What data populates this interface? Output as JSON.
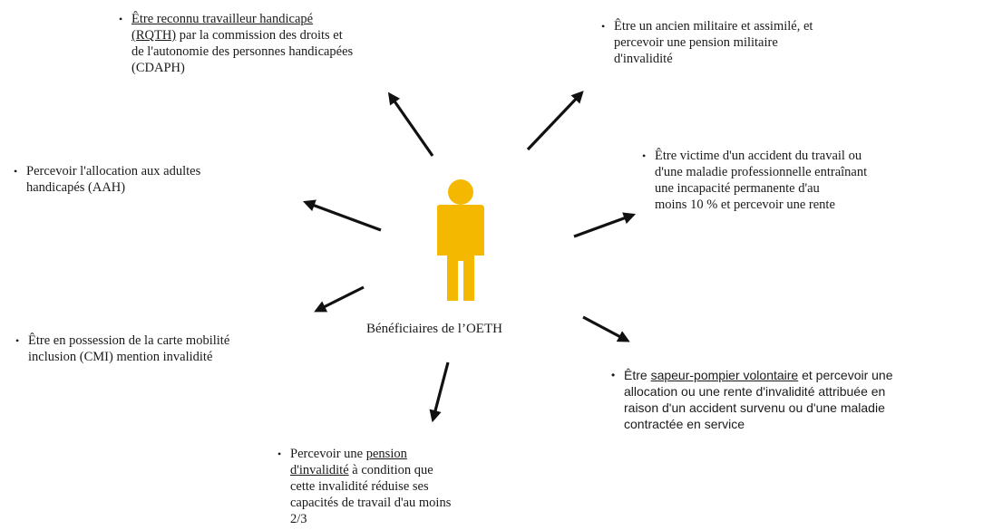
{
  "center": {
    "label": "Bénéficiaires de l’OETH"
  },
  "bullet_glyph": "•",
  "items": [
    {
      "id": "rqth",
      "lines": [
        [
          {
            "t": "Être reconnu travailleur handicapé",
            "u": true
          }
        ],
        [
          {
            "t": "(RQTH)",
            "u": true
          },
          {
            "t": " par la commission des droits et"
          }
        ],
        [
          {
            "t": "de l'autonomie des personnes handicapées"
          }
        ],
        [
          {
            "t": "(CDAPH)"
          }
        ]
      ]
    },
    {
      "id": "military",
      "lines": [
        [
          {
            "t": "Être un ancien militaire et assimilé, et"
          }
        ],
        [
          {
            "t": "percevoir une pension militaire"
          }
        ],
        [
          {
            "t": "d'invalidité"
          }
        ]
      ]
    },
    {
      "id": "aah",
      "lines": [
        [
          {
            "t": "Percevoir l'allocation aux adultes"
          }
        ],
        [
          {
            "t": "handicapés (AAH)"
          }
        ]
      ]
    },
    {
      "id": "accident",
      "lines": [
        [
          {
            "t": "Être victime d'un accident du travail ou"
          }
        ],
        [
          {
            "t": "d'une maladie professionnelle entraînant"
          }
        ],
        [
          {
            "t": "une incapacité permanente d'au"
          }
        ],
        [
          {
            "t": "moins 10 % et percevoir une rente"
          }
        ]
      ]
    },
    {
      "id": "cmi",
      "lines": [
        [
          {
            "t": "Être en possession de la carte mobilité"
          }
        ],
        [
          {
            "t": "inclusion (CMI) mention invalidité"
          }
        ]
      ]
    },
    {
      "id": "pompier",
      "lines": [
        [
          {
            "t": "Être "
          },
          {
            "t": "sapeur-pompier volontaire",
            "u": true
          },
          {
            "t": " et percevoir une"
          }
        ],
        [
          {
            "t": "allocation ou une rente d'invalidité attribuée en"
          }
        ],
        [
          {
            "t": "raison d'un accident survenu ou d'une maladie"
          }
        ],
        [
          {
            "t": "contractée en service"
          }
        ]
      ]
    },
    {
      "id": "pension",
      "lines": [
        [
          {
            "t": "Percevoir une "
          },
          {
            "t": "pension",
            "u": true
          }
        ],
        [
          {
            "t": "d'invalidité",
            "u": true
          },
          {
            "t": " à condition que"
          }
        ],
        [
          {
            "t": "cette invalidité réduise ses"
          }
        ],
        [
          {
            "t": "capacités de travail d'au moins"
          }
        ],
        [
          {
            "t": "2/3"
          }
        ]
      ]
    }
  ],
  "colors": {
    "person": "#f5b800",
    "arrow": "#111111",
    "text": "#1a1a1a"
  }
}
